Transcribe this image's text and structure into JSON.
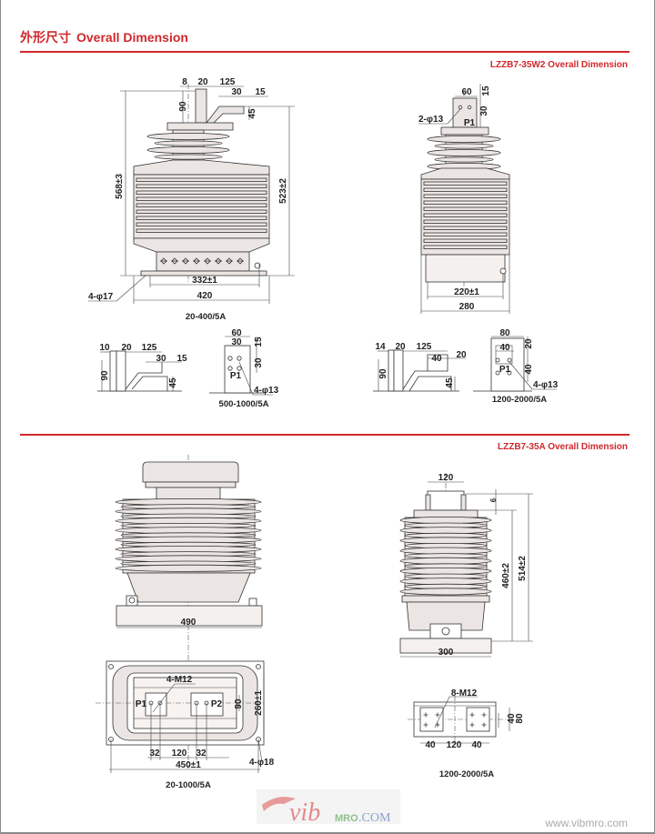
{
  "header": {
    "title_cn": "外形尺寸",
    "title_en": "Overall Dimension"
  },
  "section1": {
    "title": "LZZB7-35W2  Overall Dimension",
    "front_view": {
      "w8": "8",
      "w20": "20",
      "w125": "125",
      "w30": "30",
      "w15": "15",
      "h90": "90",
      "h45": "45",
      "h568": "568±3",
      "h523": "523±2",
      "w332": "332±1",
      "w420": "420",
      "holes": "4-φ17",
      "caption": "20-400/5A"
    },
    "side_view": {
      "w60": "60",
      "h15": "15",
      "h30": "30",
      "p1": "P1",
      "holes": "2-φ13",
      "w220": "220±1",
      "w280": "280"
    },
    "terminal_500_side": {
      "w10": "10",
      "w20": "20",
      "w125": "125",
      "w30": "30",
      "w15": "15",
      "h90": "90",
      "h45": "45"
    },
    "terminal_500_front": {
      "w60": "60",
      "w30": "30",
      "h15": "15",
      "h30": "30",
      "p1": "P1",
      "holes": "4-φ13",
      "caption": "500-1000/5A"
    },
    "terminal_1200_side": {
      "w14": "14",
      "w20": "20",
      "w125": "125",
      "w40": "40",
      "w20b": "20",
      "h90": "90",
      "h45": "45"
    },
    "terminal_1200_front": {
      "w80": "80",
      "w40": "40",
      "h20": "20",
      "h40": "40",
      "p1": "P1",
      "holes": "4-φ13",
      "caption": "1200-2000/5A"
    }
  },
  "section2": {
    "title": "LZZB7-35A  Overall Dimension",
    "front_view": {
      "w490": "490"
    },
    "plan_view": {
      "holes": "4-M12",
      "p1": "P1",
      "p2": "P2",
      "h90": "90",
      "h260": "260±1",
      "w32a": "32",
      "w120": "120",
      "w32b": "32",
      "w450": "450±1",
      "base_holes": "4-φ18",
      "caption": "20-1000/5A"
    },
    "side_view": {
      "w120": "120",
      "h6": "6",
      "h460": "460±2",
      "h514": "514±2",
      "w300": "300"
    },
    "plan_view_1200": {
      "holes": "8-M12",
      "w40a": "40",
      "w120": "120",
      "w40b": "40",
      "h40": "40",
      "h80": "80",
      "caption": "1200-2000/5A"
    }
  },
  "footer": {
    "logo_script": "vib",
    "logo_mro": "MRO",
    "logo_com": ".COM",
    "url": "www.vibmro.com"
  },
  "colors": {
    "accent": "#d0282c",
    "body_fill": "#ebe6e3"
  }
}
